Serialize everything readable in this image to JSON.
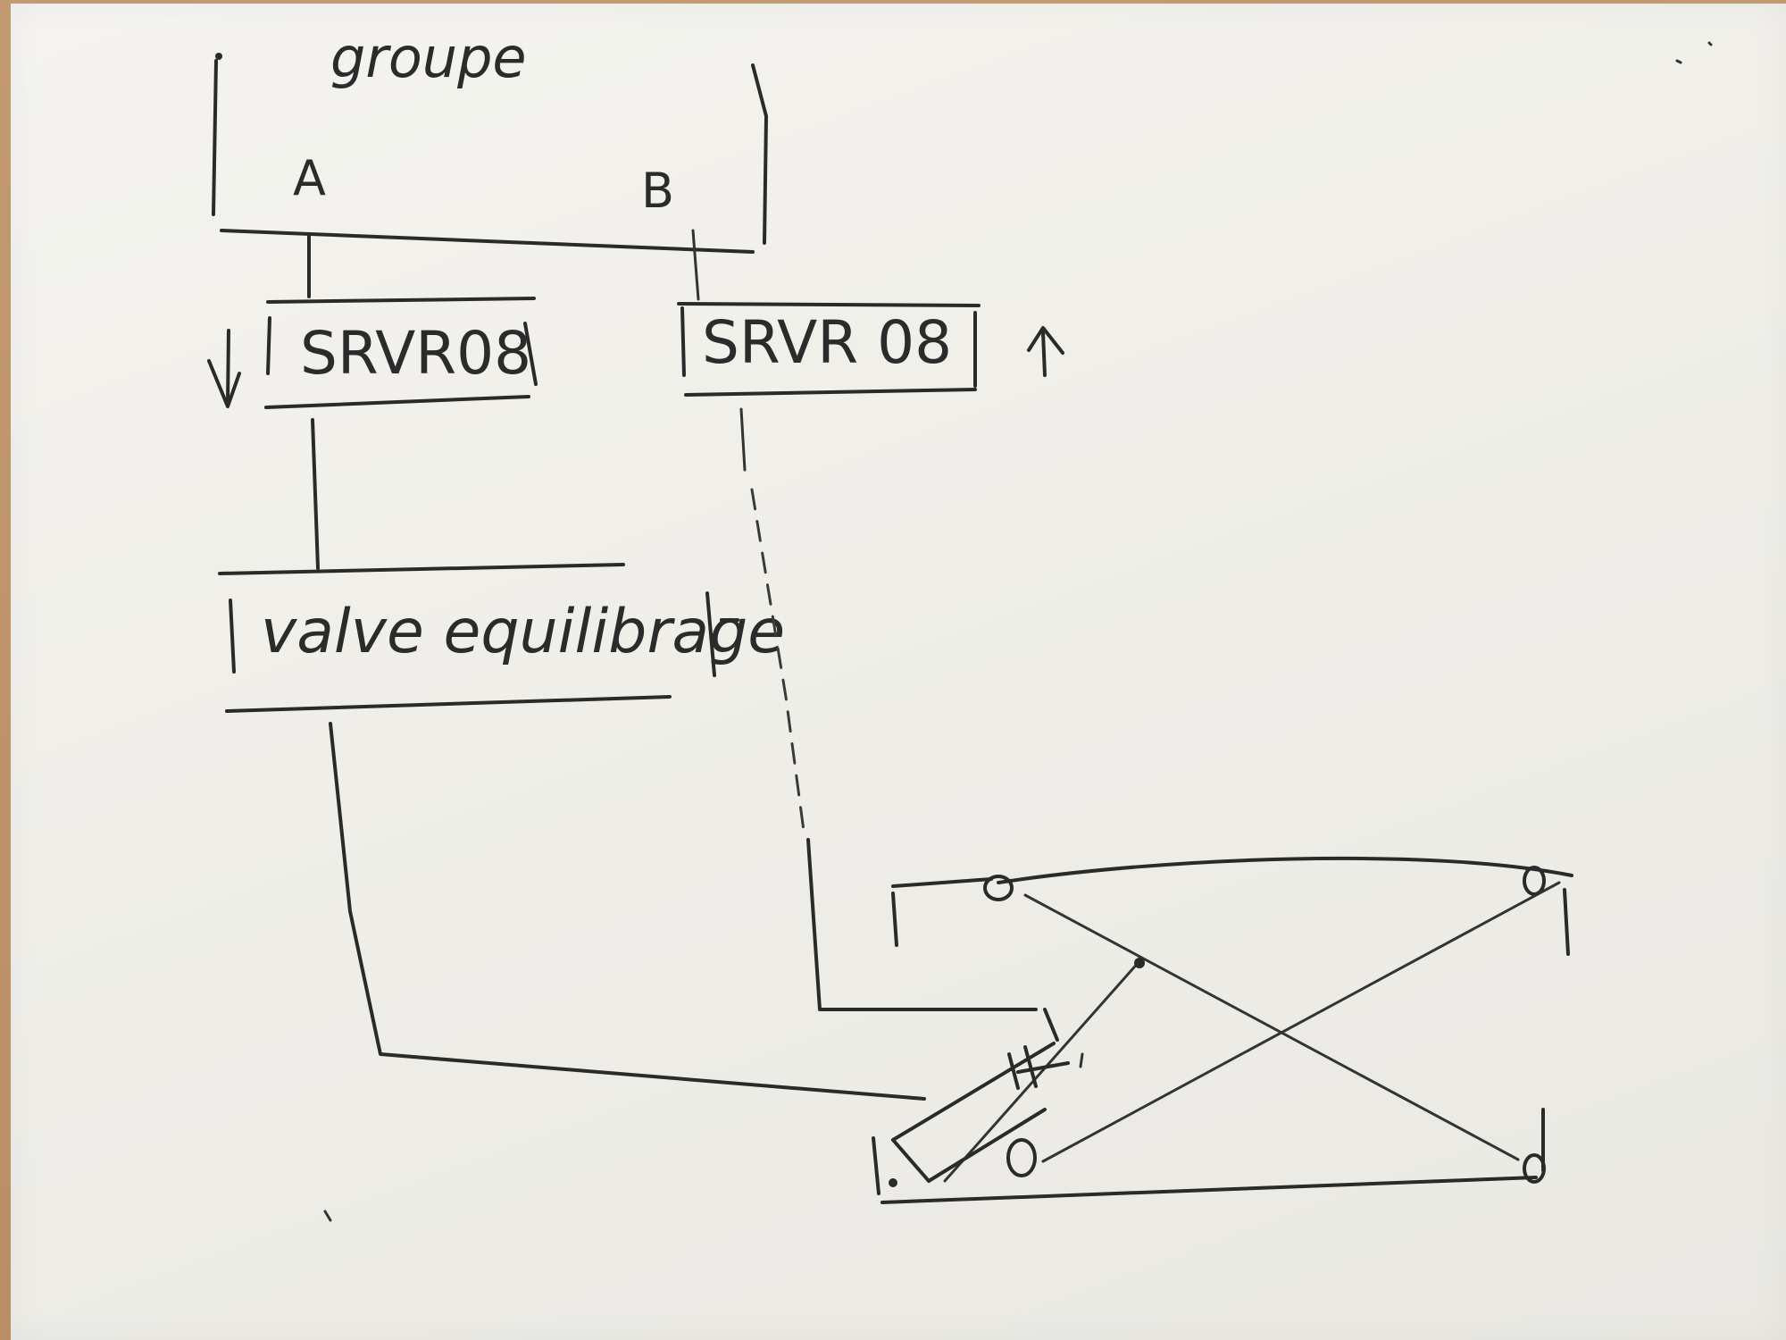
{
  "diagram": {
    "group_label": "groupe",
    "port_a_label": "A",
    "port_b_label": "B",
    "valve_left_label": "SRVR08",
    "valve_right_label": "SRVR 08",
    "balance_valve_label": "valve equilibrage",
    "flow_down_arrow": "↓",
    "flow_up_arrow": "↑"
  }
}
